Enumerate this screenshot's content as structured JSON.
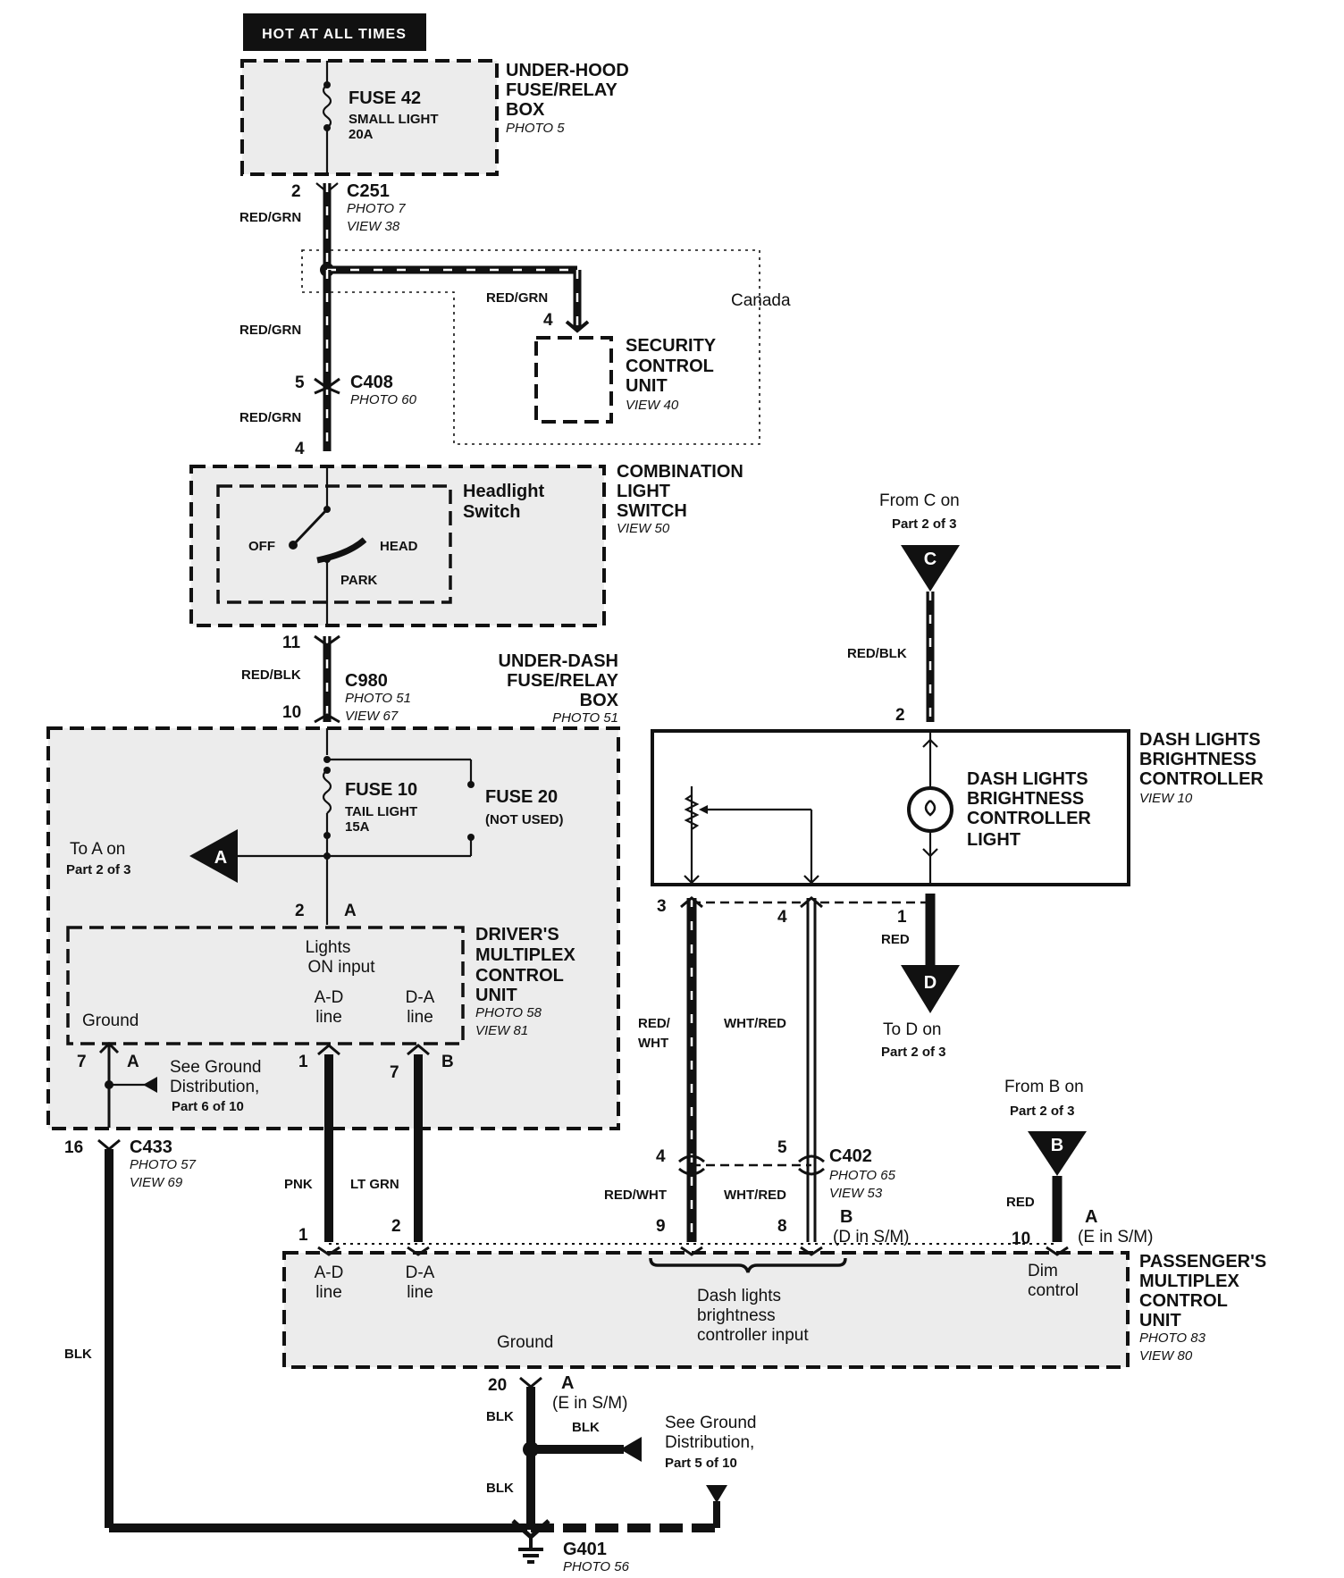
{
  "hot_label": "HOT AT ALL TIMES",
  "components": {
    "underhood_box": {
      "title": [
        "UNDER-HOOD",
        "FUSE/RELAY",
        "BOX"
      ],
      "ref": "PHOTO 5"
    },
    "fuse42": {
      "name": "FUSE 42",
      "desc": "SMALL LIGHT",
      "rating": "20A"
    },
    "c251": {
      "name": "C251",
      "ref1": "PHOTO 7",
      "ref2": "VIEW 38",
      "pin": "2"
    },
    "security": {
      "title": [
        "SECURITY",
        "CONTROL",
        "UNIT"
      ],
      "ref": "VIEW 40",
      "pin": "4",
      "region": "Canada"
    },
    "c408": {
      "name": "C408",
      "ref": "PHOTO 60",
      "pin_top": "5",
      "pin_bottom": "4"
    },
    "combo_switch": {
      "title": [
        "COMBINATION",
        "LIGHT",
        "SWITCH"
      ],
      "ref": "VIEW 50",
      "inner": [
        "Headlight",
        "Switch"
      ],
      "off": "OFF",
      "head": "HEAD",
      "park": "PARK"
    },
    "c980": {
      "name": "C980",
      "ref1": "PHOTO 51",
      "ref2": "VIEW 67",
      "pin_top": "11",
      "pin_bottom": "10"
    },
    "underdash_box": {
      "title": [
        "UNDER-DASH",
        "FUSE/RELAY",
        "BOX"
      ],
      "ref": "PHOTO 51"
    },
    "fuse10": {
      "name": "FUSE 10",
      "desc": "TAIL LIGHT",
      "rating": "15A"
    },
    "fuse20": {
      "name": "FUSE 20",
      "desc": "(NOT USED)"
    },
    "to_a": {
      "text": "To A on",
      "part": "Part 2 of 3",
      "letter": "A"
    },
    "drivers_mcu": {
      "title": [
        "DRIVER'S",
        "MULTIPLEX",
        "CONTROL",
        "UNIT"
      ],
      "ref1": "PHOTO 58",
      "ref2": "VIEW 81",
      "lights": [
        "Lights",
        "ON input"
      ],
      "ad": [
        "A-D",
        "line"
      ],
      "da": [
        "D-A",
        "line"
      ],
      "ground": "Ground",
      "pin_in": "2",
      "pin_in_letter": "A"
    },
    "ground_dist_6": {
      "text": [
        "See Ground",
        "Distribution,"
      ],
      "part": "Part 6 of 10"
    },
    "c433": {
      "name": "C433",
      "ref1": "PHOTO 57",
      "ref2": "VIEW 69",
      "pin": "16"
    },
    "driver_pins": {
      "p7": "7",
      "pA": "A",
      "p1": "1",
      "p7b": "7",
      "pB": "B"
    },
    "from_c": {
      "text": "From C on",
      "part": "Part 2 of 3",
      "letter": "C"
    },
    "dash_ctrl": {
      "title": [
        "DASH LIGHTS",
        "BRIGHTNESS",
        "CONTROLLER"
      ],
      "ref": "VIEW 10",
      "light": [
        "DASH LIGHTS",
        "BRIGHTNESS",
        "CONTROLLER",
        "LIGHT"
      ],
      "pin_top": "2",
      "pins": [
        "3",
        "4",
        "1"
      ]
    },
    "to_d": {
      "text": "To D on",
      "part": "Part 2 of 3",
      "letter": "D"
    },
    "c402": {
      "name": "C402",
      "ref1": "PHOTO 65",
      "ref2": "VIEW 53",
      "pins_top": [
        "4",
        "5"
      ],
      "pins_bottom": [
        "9",
        "8"
      ]
    },
    "from_b": {
      "text": "From B on",
      "part": "Part 2 of 3",
      "letter": "B"
    },
    "pass_mcu": {
      "title": [
        "PASSENGER'S",
        "MULTIPLEX",
        "CONTROL",
        "UNIT"
      ],
      "ref1": "PHOTO 83",
      "ref2": "VIEW 80",
      "ad": [
        "A-D",
        "line"
      ],
      "da": [
        "D-A",
        "line"
      ],
      "dash_input": [
        "Dash lights",
        "brightness",
        "controller input"
      ],
      "dim": [
        "Dim",
        "control"
      ],
      "ground": "Ground",
      "pins": {
        "p1": "1",
        "p2": "2",
        "p9": "9",
        "p8": "8",
        "p10": "10"
      },
      "b_label": "B",
      "b_sub": "(D in S/M)",
      "a_label": "A",
      "a_sub": "(E in S/M)"
    },
    "ground_point": {
      "pin": "20",
      "letter": "A",
      "sub": "(E in S/M)"
    },
    "ground_dist_5": {
      "text": [
        "See Ground",
        "Distribution,"
      ],
      "part": "Part 5 of 10"
    },
    "g401": {
      "name": "G401",
      "ref": "PHOTO 56"
    }
  },
  "wires": {
    "red_grn": "RED/GRN",
    "red_blk": "RED/BLK",
    "pnk": "PNK",
    "lt_grn": "LT GRN",
    "red_wht_split": [
      "RED/",
      "WHT"
    ],
    "red_wht": "RED/WHT",
    "wht_red": "WHT/RED",
    "red": "RED",
    "blk": "BLK"
  }
}
